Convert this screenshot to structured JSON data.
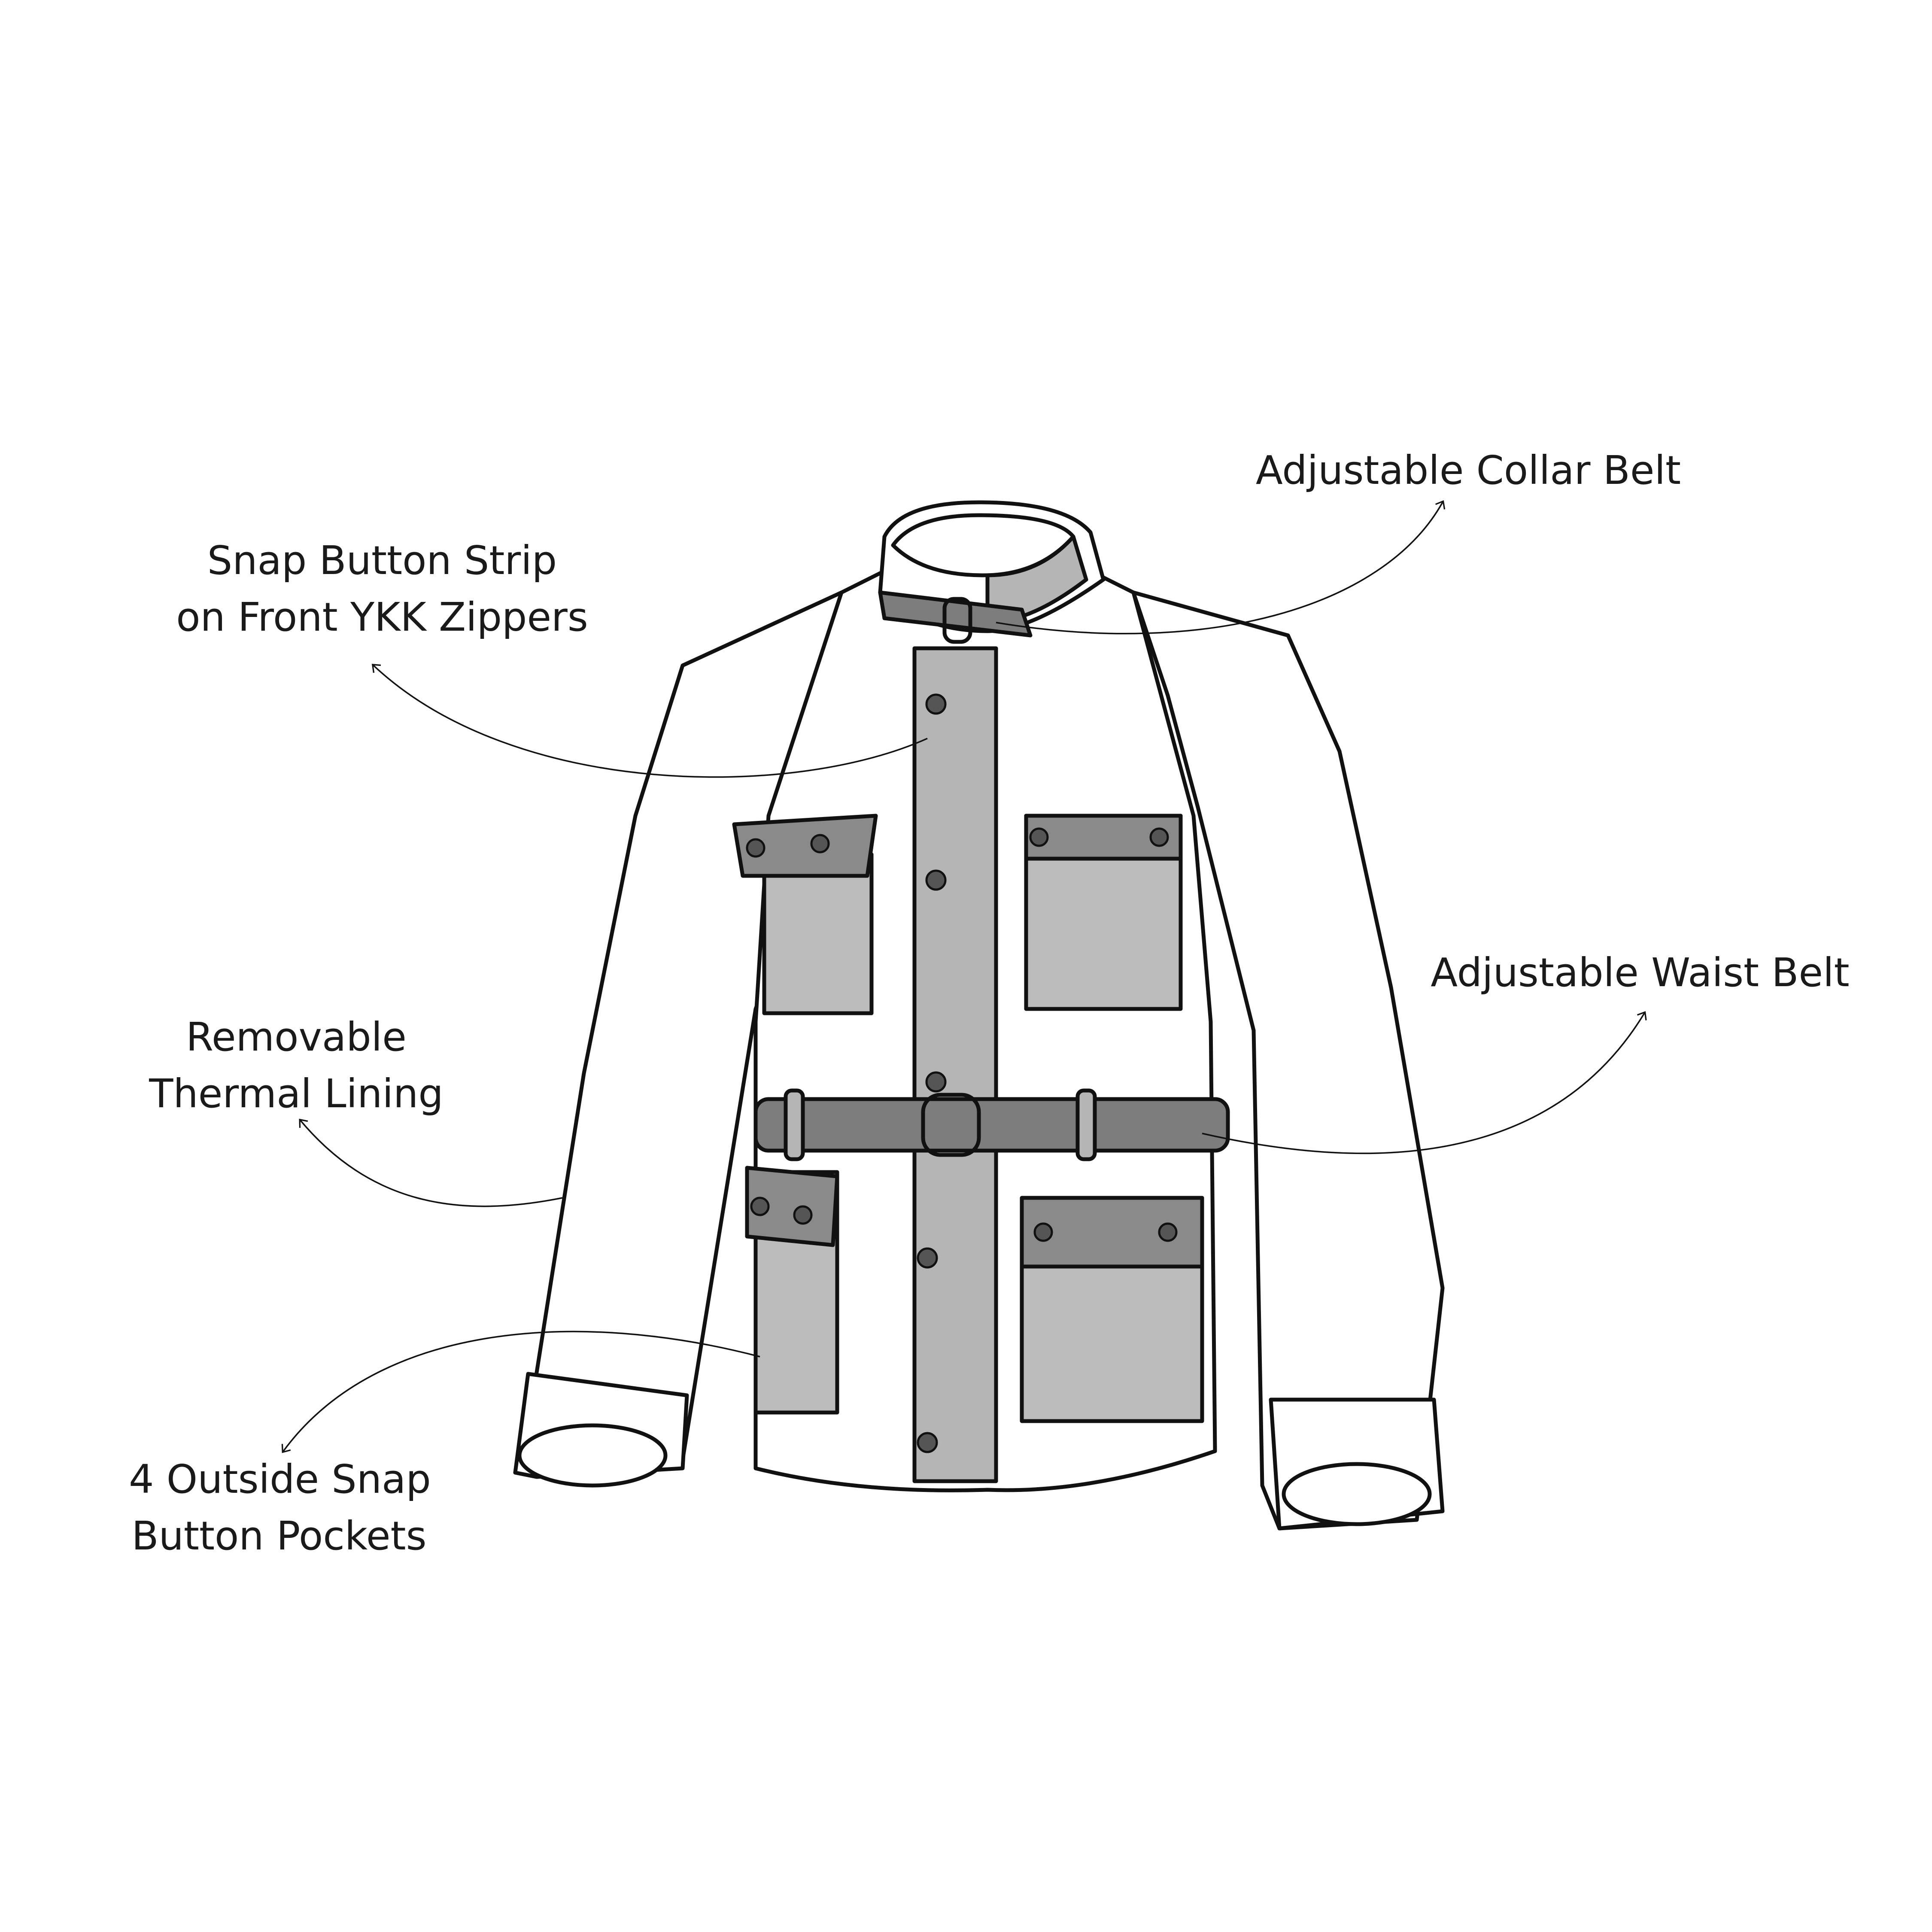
{
  "callouts": {
    "snap_strip": {
      "line1": "Snap Button Strip",
      "line2": "on Front YKK Zippers"
    },
    "collar_belt": {
      "line1": "Adjustable Collar Belt"
    },
    "waist_belt": {
      "line1": "Adjustable Waist Belt"
    },
    "thermal_lining": {
      "line1": "Removable",
      "line2": "Thermal Lining"
    },
    "pockets": {
      "line1": "4 Outside Snap",
      "line2": "Button Pockets"
    }
  },
  "colors": {
    "outline": "#111111",
    "strip_gray": "#b5b5b5",
    "belt_gray": "#7d7d7d",
    "pocket_gray": "#bcbcbc",
    "flap_gray": "#8a8a8a",
    "background": "#ffffff"
  }
}
